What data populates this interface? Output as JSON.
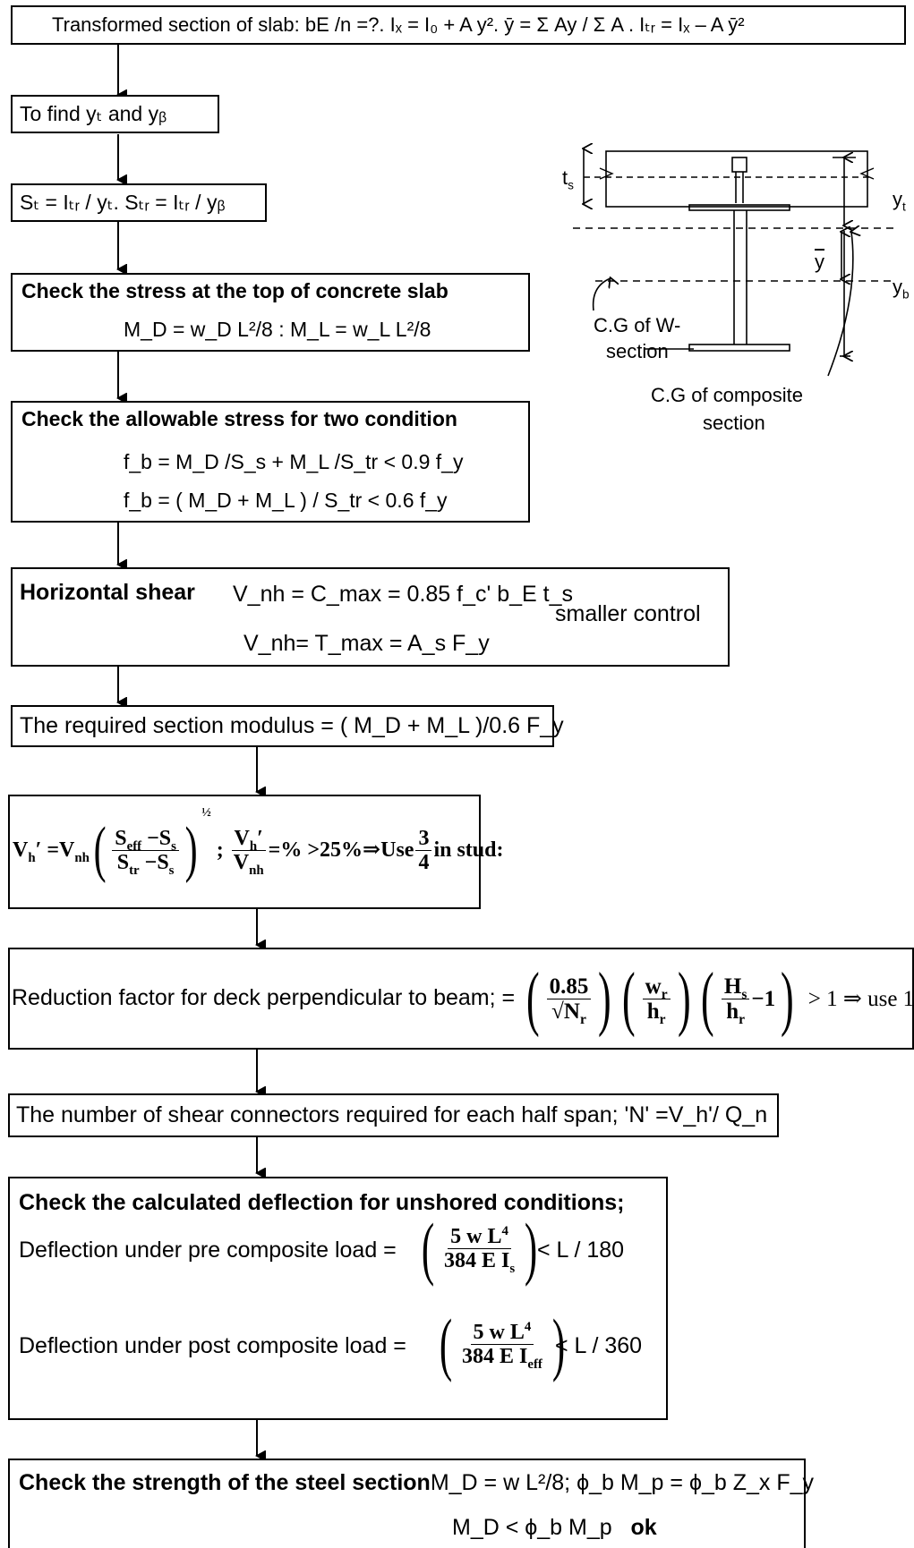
{
  "steps": {
    "s1": {
      "text": "Transformed section of slab: bE /n =?. Iₓ = I₀ + A y².   ȳ = Σ Ay / Σ A . Iₜᵣ = Iₓ – A  ȳ²"
    },
    "s2": {
      "text": "To find  yₜ and  yᵦ"
    },
    "s3": {
      "text": "Sₜ = Iₜᵣ / yₜ. Sₜᵣ = Iₜᵣ / yᵦ"
    },
    "s4": {
      "title": "Check the stress at the top of concrete slab",
      "formula": "M_D = w_D L²/8 : M_L = w_L L²/8"
    },
    "s5": {
      "title": "Check the allowable stress for two condition",
      "line1": "f_b = M_D /S_s + M_L /S_tr  <  0.9 f_y",
      "line2": "f_b = ( M_D + M_L ) / S_tr  <  0.6 f_y"
    },
    "s6": {
      "title": "Horizontal shear",
      "line1": "V_nh = C_max = 0.85 f_c' b_E t_s",
      "line2": "V_nh= T_max = A_s F_y",
      "note": "smaller control"
    },
    "s7": {
      "text": "The required section modulus = ( M_D + M_L )/0.6 F_y"
    },
    "s8": {
      "text": "V_h' = V_nh ((S_eff – S_s)/(S_tr – S_s))^½ ; V_h'/V_nh = % > 25% ⇒ Use 3/4 in stud:",
      "tail": "=% >25%⇒Use",
      "end": "in stud:",
      "three": "3",
      "four": "4"
    },
    "s9": {
      "text": "Reduction factor for deck perpendicular to beam; =",
      "tail": "> 1 ⇒ use 1",
      "c1": "0.85",
      "c2": "N",
      "c3": "w",
      "c4": "h",
      "c5": "H",
      "c6": "h",
      "c7": "−1"
    },
    "s10": {
      "text": "The number of shear connectors required for each half span;  'N' =V_h'/ Q_n"
    },
    "s11": {
      "title": "Check the calculated deflection for unshored conditions;",
      "line1": "Deflection under pre composite load =",
      "limit1": "<  L / 180",
      "line2": "Deflection under post composite load =",
      "limit2": "<  L / 360",
      "num": "5 w L⁴",
      "den1": "384 E I_s",
      "den2": "384 E I_eff"
    },
    "s12": {
      "title": "Check the strength of the steel section",
      "line1": "M_D = w L²/8;  ϕ_b M_p = ϕ_b Z_x F_y",
      "line2": "M_D  <  ϕ_b M_p",
      "ok": "ok"
    }
  },
  "figure": {
    "ts": "t",
    "ts_sub": "s",
    "yt": "y",
    "yt_sub": "t",
    "yb": "y",
    "yb_sub": "b",
    "ybar": "y",
    "cg_w_line1": "C.G of W-",
    "cg_w_line2": "section",
    "cg_comp_line1": "C.G of composite",
    "cg_comp_line2": "section"
  }
}
